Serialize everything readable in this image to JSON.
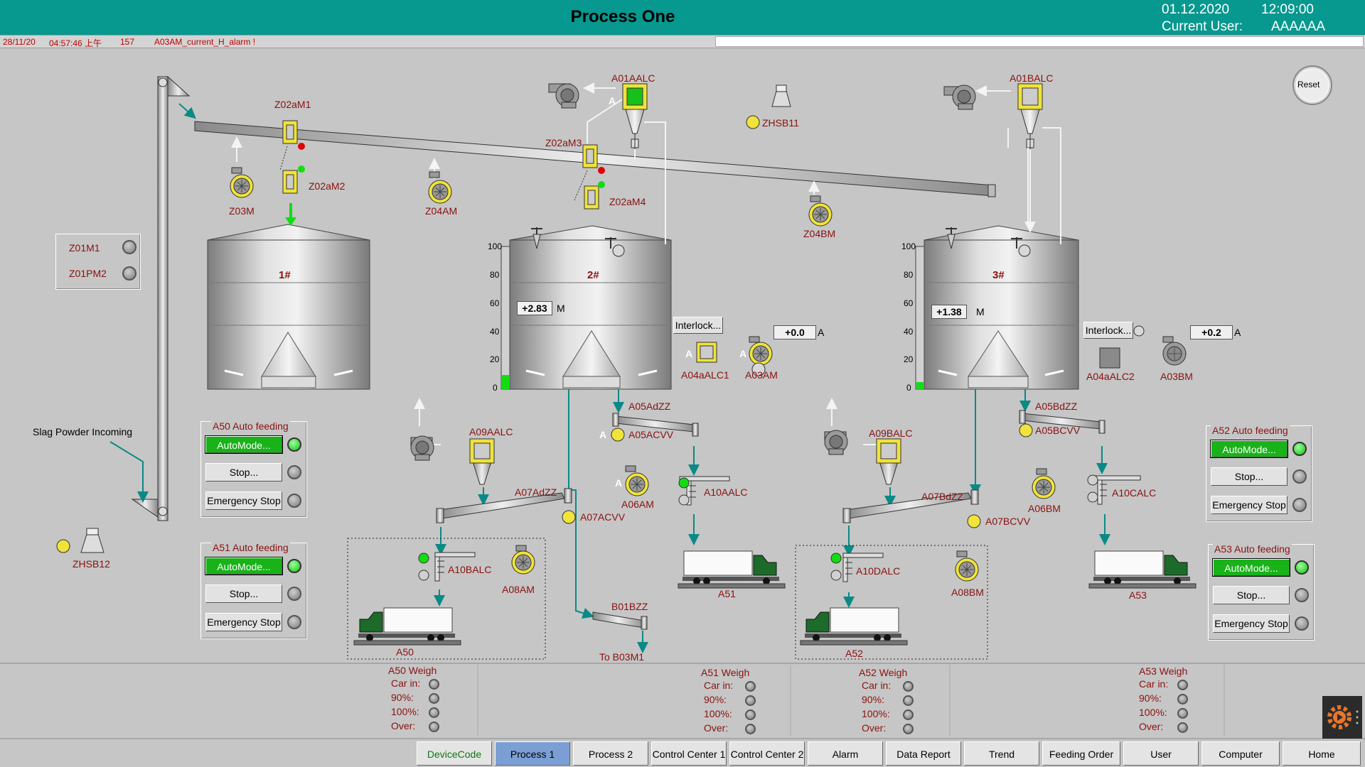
{
  "header": {
    "title": "Process One",
    "date": "01.12.2020",
    "time": "12:09:00",
    "user_label": "Current User:",
    "user": "AAAAAA"
  },
  "alarm": {
    "date": "28/11/20",
    "time": "04:57:46 上午",
    "code": "157",
    "message": "A03AM_current_H_alarm !"
  },
  "labels": {
    "z02am1": "Z02aM1",
    "z02am2": "Z02aM2",
    "z02am3": "Z02aM3",
    "z02am4": "Z02aM4",
    "z03m": "Z03M",
    "z04am": "Z04AM",
    "z04bm": "Z04BM",
    "a01aalc": "A01AALC",
    "a01balc": "A01BALC",
    "zhsb11": "ZHSB11",
    "zhsb12": "ZHSB12",
    "z01m1": "Z01M1",
    "z01pm2": "Z01PM2",
    "slag": "Slag Powder Incoming",
    "silo1": "1#",
    "silo2": "2#",
    "silo3": "3#",
    "a04aalc1": "A04aALC1",
    "a04aalc2": "A04aALC2",
    "a03am": "A03AM",
    "a03bm": "A03BM",
    "a05adzz": "A05AdZZ",
    "a05acvv": "A05ACVV",
    "a05bdzz": "A05BdZZ",
    "a05bcvv": "A05BCVV",
    "a09aalc": "A09AALC",
    "a09balc": "A09BALC",
    "a07adzz": "A07AdZZ",
    "a07acvv": "A07ACVV",
    "a07bdzz": "A07BdZZ",
    "a07bcvv": "A07BCVV",
    "a06am": "A06AM",
    "a06bm": "A06BM",
    "a10aalc": "A10AALC",
    "a10calc": "A10CALC",
    "a10balc": "A10BALC",
    "a10dalc": "A10DALC",
    "a08am": "A08AM",
    "a08bm": "A08BM",
    "a50": "A50",
    "a51": "A51",
    "a52": "A52",
    "a53": "A53",
    "b01bzz": "B01BZZ",
    "to_b03m1": "To B03M1",
    "a": "A",
    "m": "M",
    "interlock": "Interlock...",
    "reset": "Reset"
  },
  "scale": [
    "100",
    "80",
    "60",
    "40",
    "20",
    "0"
  ],
  "silo2": {
    "level": "+2.83",
    "level_pct": 0.1,
    "current": "+0.0"
  },
  "silo3": {
    "level": "+1.38",
    "level_pct": 0.05,
    "current": "+0.2"
  },
  "feeding": [
    {
      "title": "A50 Auto feeding",
      "auto": "AutoMode...",
      "stop": "Stop...",
      "estop": "Emergency Stop"
    },
    {
      "title": "A51 Auto feeding",
      "auto": "AutoMode...",
      "stop": "Stop...",
      "estop": "Emergency Stop"
    },
    {
      "title": "A52 Auto feeding",
      "auto": "AutoMode...",
      "stop": "Stop...",
      "estop": "Emergency Stop"
    },
    {
      "title": "A53 Auto feeding",
      "auto": "AutoMode...",
      "stop": "Stop...",
      "estop": "Emergency Stop"
    }
  ],
  "weigh": [
    {
      "title": "A50 Weigh",
      "rows": [
        "Car in:",
        "90%:",
        "100%:",
        "Over:"
      ]
    },
    {
      "title": "A51 Weigh",
      "rows": [
        "Car in:",
        "90%:",
        "100%:",
        "Over:"
      ]
    },
    {
      "title": "A52 Weigh",
      "rows": [
        "Car in:",
        "90%:",
        "100%:",
        "Over:"
      ]
    },
    {
      "title": "A53 Weigh",
      "rows": [
        "Car in:",
        "90%:",
        "100%:",
        "Over:"
      ]
    }
  ],
  "nav": [
    "DeviceCode",
    "Process 1",
    "Process 2",
    "Control Center 1",
    "Control Center 2",
    "Alarm",
    "Data Report",
    "Trend",
    "Feeding Order",
    "User",
    "Computer",
    "Home"
  ],
  "colors": {
    "header": "#07988f",
    "pipe": "#0a8a86",
    "label": "#8b1010",
    "green": "#19b219",
    "nav_selected": "#7b9fd4"
  }
}
